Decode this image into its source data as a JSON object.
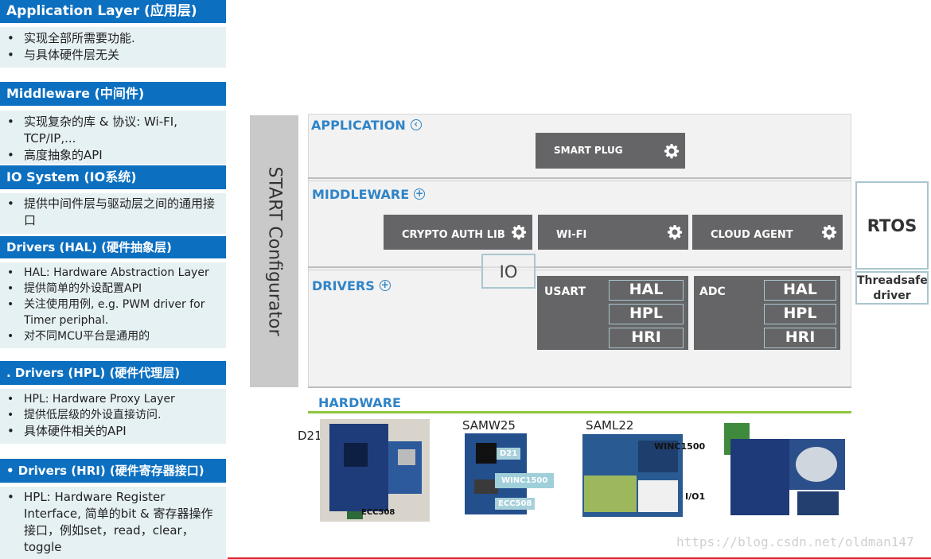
{
  "left_panel": {
    "sections": [
      {
        "header": "Application Layer (应用层)",
        "items": [
          "实现全部所需要功能.",
          "与具体硬件层无关"
        ]
      },
      {
        "header": "Middleware (中间件)",
        "items": [
          "实现复杂的库 & 协议: Wi-FI, TCP/IP,...",
          "高度抽象的API"
        ]
      },
      {
        "header": "IO System (IO系统)",
        "items": [
          "提供中间件层与驱动层之间的通用接口"
        ]
      },
      {
        "header": "Drivers (HAL) (硬件抽象层)",
        "items": [
          "HAL: Hardware Abstraction Layer",
          "提供简单的外设配置API",
          "关注使用用例, e.g. PWM driver for Timer periphal.",
          "对不同MCU平台是通用的"
        ]
      },
      {
        "header": ". Drivers (HPL) (硬件代理层)",
        "items": [
          "HPL: Hardware Proxy Layer",
          "提供低层级的外设直接访问.",
          "具体硬件相关的API"
        ]
      },
      {
        "header": "• Drivers (HRI) (硬件寄存器接口)",
        "items": [
          "HPL: Hardware Register Interface, 简单的bit & 寄存器操作接口，例如set，read，clear，toggle"
        ]
      }
    ]
  },
  "diagram": {
    "configurator_label": "START Configurator",
    "application": {
      "label": "APPLICATION",
      "icon": "circle-arrow-icon",
      "box": "SMART PLUG"
    },
    "middleware": {
      "label": "MIDDLEWARE",
      "icon": "circle-plus-icon",
      "boxes": [
        "CRYPTO AUTH LIB",
        "WI-FI",
        "CLOUD AGENT"
      ]
    },
    "io_label": "IO",
    "drivers": {
      "label": "DRIVERS",
      "icon": "circle-plus-icon",
      "blocks": [
        {
          "name": "USART",
          "regs": [
            "HAL",
            "HPL",
            "HRI"
          ]
        },
        {
          "name": "ADC",
          "regs": [
            "HAL",
            "HPL",
            "HRI"
          ]
        }
      ]
    },
    "rtos": {
      "label": "RTOS",
      "caption": "Threadsafe driver"
    },
    "hardware": {
      "label": "HARDWARE",
      "boards": [
        {
          "title": "D21",
          "tags": [
            "ECC508"
          ]
        },
        {
          "title": "SAMW25",
          "tags": [
            "D21",
            "WINC1500",
            "ECC508"
          ]
        },
        {
          "title": "SAML22",
          "tags": [
            "WINC1500",
            "I/O1"
          ]
        },
        {
          "title": "",
          "tags": []
        }
      ]
    },
    "watermark": "https://blog.csdn.net/oldman147"
  },
  "colors": {
    "header_blue": "#0c6fc0",
    "body_tint": "#e6f1f4",
    "label_blue": "#2f84c7",
    "box_gray": "#656567",
    "hardware_green": "#8dc63f",
    "footer_red": "#d9252b"
  }
}
